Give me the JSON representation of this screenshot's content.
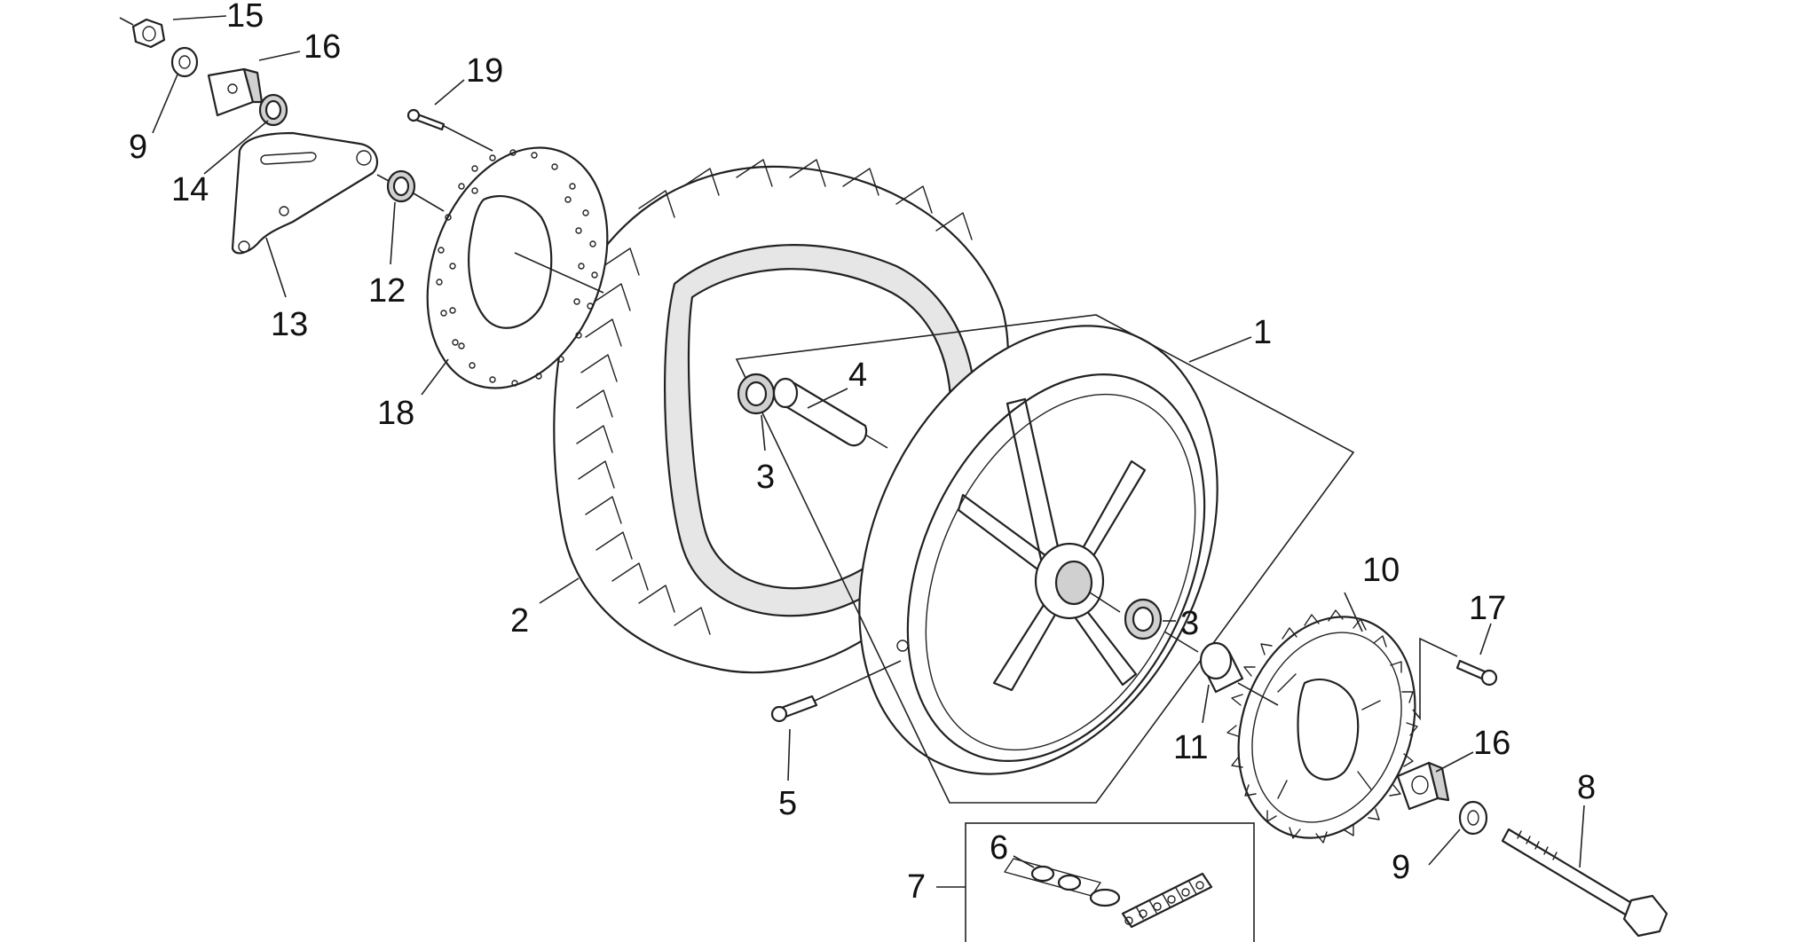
{
  "callouts": {
    "c15": "15",
    "c16a": "16",
    "c9a": "9",
    "c19": "19",
    "c14": "14",
    "c12": "12",
    "c13": "13",
    "c18": "18",
    "c1": "1",
    "c4": "4",
    "c3a": "3",
    "c2": "2",
    "c3b": "3",
    "c10": "10",
    "c17": "17",
    "c11": "11",
    "c5": "5",
    "c16b": "16",
    "c8": "8",
    "c6": "6",
    "c7": "7",
    "c9b": "9"
  },
  "parts": [
    {
      "ref": "1",
      "name": "rear-wheel-rim"
    },
    {
      "ref": "2",
      "name": "tyre"
    },
    {
      "ref": "3",
      "name": "bearing"
    },
    {
      "ref": "4",
      "name": "spacer"
    },
    {
      "ref": "5",
      "name": "valve"
    },
    {
      "ref": "6",
      "name": "chain-link"
    },
    {
      "ref": "7",
      "name": "chain"
    },
    {
      "ref": "8",
      "name": "wheel-spindle"
    },
    {
      "ref": "9",
      "name": "washer"
    },
    {
      "ref": "10",
      "name": "sprocket"
    },
    {
      "ref": "11",
      "name": "bush"
    },
    {
      "ref": "12",
      "name": "bearing"
    },
    {
      "ref": "13",
      "name": "caliper-support"
    },
    {
      "ref": "14",
      "name": "bearing"
    },
    {
      "ref": "15",
      "name": "nut"
    },
    {
      "ref": "16",
      "name": "chain-adjuster"
    },
    {
      "ref": "17",
      "name": "screw"
    },
    {
      "ref": "18",
      "name": "brake-disc"
    },
    {
      "ref": "19",
      "name": "screw"
    }
  ]
}
